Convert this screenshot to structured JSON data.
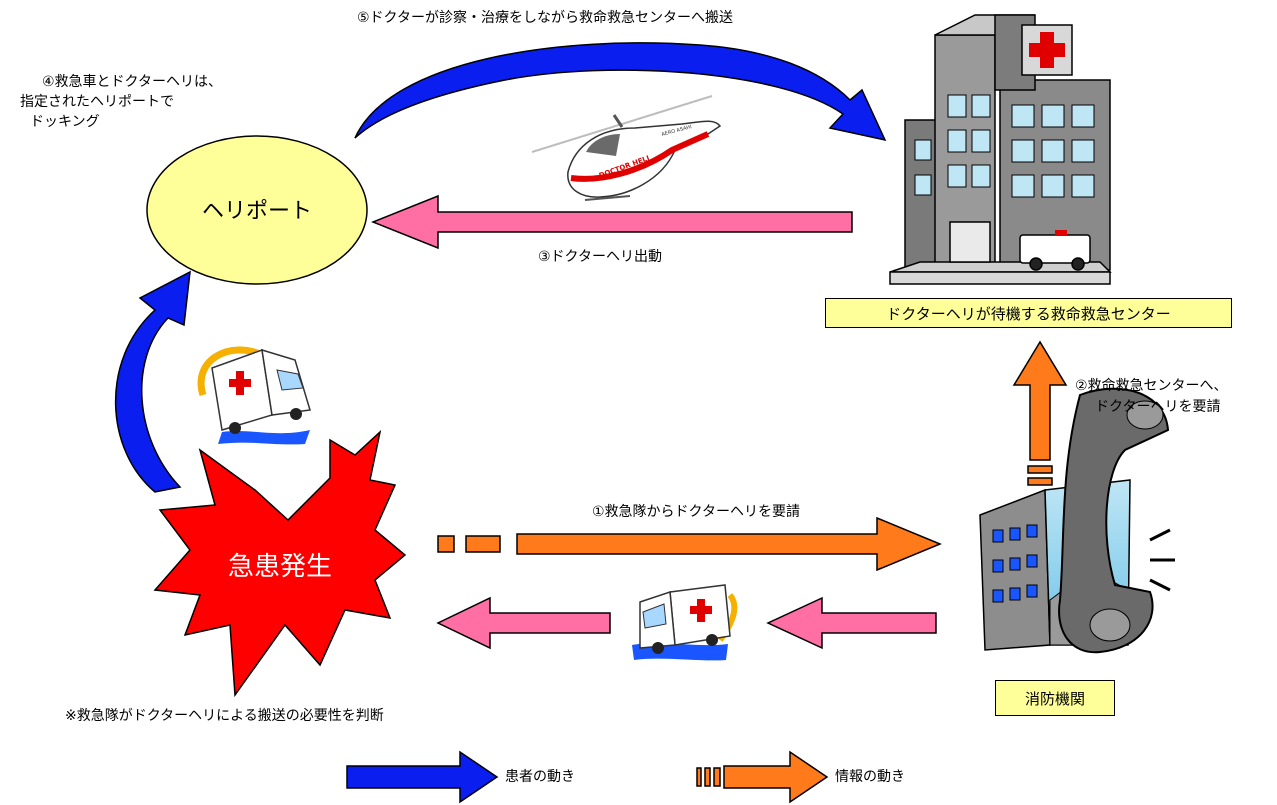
{
  "labels": {
    "step5": "⑤ドクターが診察・治療をしながら救命救急センターへ搬送",
    "step4_line1": "④救急車とドクターヘリは、",
    "step4_line2": "指定されたヘリポートで",
    "step4_line3": "ドッキング",
    "step3": "③ドクターヘリ出動",
    "step2_line1": "②救命救急センターへ、",
    "step2_line2": "ドクターヘリを要請",
    "step1": "①救急隊からドクターヘリを要請",
    "note": "※救急隊がドクターヘリによる搬送の必要性を判断"
  },
  "nodes": {
    "heliport": "ヘリポート",
    "emergency": "急患発生",
    "center": "ドクターヘリが待機する救命救急センター",
    "fire_dept": "消防機関"
  },
  "helicopter": {
    "body_text": "DOCTOR HELI",
    "tail_text": "AERO ASAHI"
  },
  "legend": {
    "patient": "患者の動き",
    "info": "情報の動き"
  },
  "colors": {
    "patient_arrow": "#0a1ef0",
    "info_arrow": "#ff7a1a",
    "pink_arrow": "#ff6fa3",
    "heliport_fill": "#ffff99",
    "burst_fill": "#ff0000",
    "label_fill": "#ffff99"
  }
}
